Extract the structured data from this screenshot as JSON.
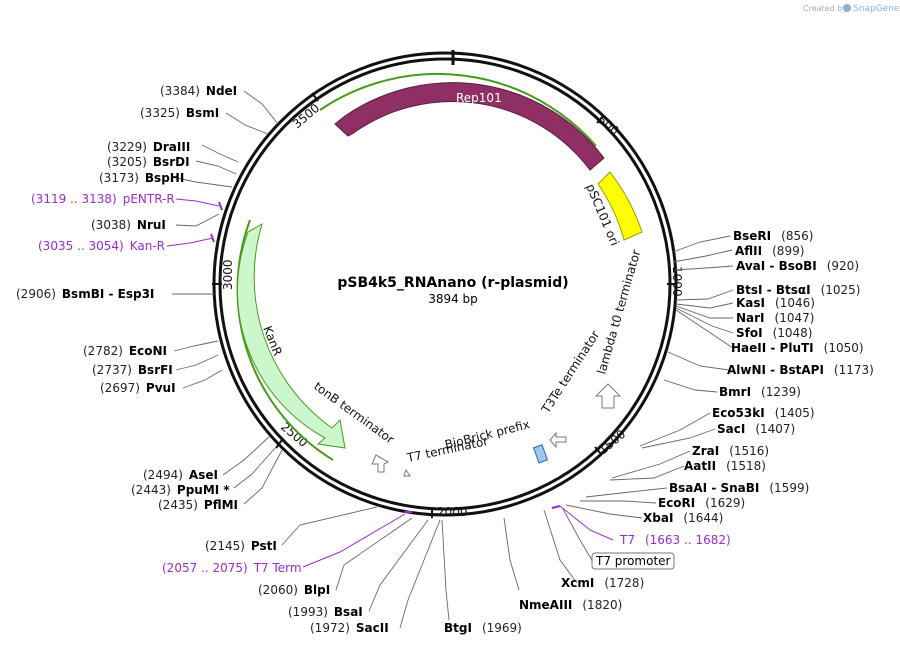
{
  "watermark": {
    "created_by": "Created by",
    "brand": "SnapGene"
  },
  "map": {
    "name": "pSB4k5_RNAnano (r-plasmid)",
    "size": "3894 bp"
  },
  "ticks": [
    {
      "label": "500"
    },
    {
      "label": "1000"
    },
    {
      "label": "1500"
    },
    {
      "label": "2000"
    },
    {
      "label": "2500"
    },
    {
      "label": "3000"
    },
    {
      "label": "3500"
    }
  ],
  "features": {
    "rep101": "Rep101",
    "psc101": "pSC101 ori",
    "kanr": "KanR",
    "tonb": "tonB terminator",
    "t7term": "T7 terminator",
    "biobrick": "BioBrick prefix",
    "t3te": "T3Te terminator",
    "lambda": "lambda t0 terminator",
    "t7promoter": "T7 promoter"
  },
  "sites_left": [
    {
      "pos": "(3384)",
      "name": "NdeI"
    },
    {
      "pos": "(3325)",
      "name": "BsmI"
    },
    {
      "pos": "(3229)",
      "name": "DraIII"
    },
    {
      "pos": "(3205)",
      "name": "BsrDI"
    },
    {
      "pos": "(3173)",
      "name": "BspHI"
    },
    {
      "pos": "(3119 .. 3138)",
      "name": "pENTR-R"
    },
    {
      "pos": "(3038)",
      "name": "NruI"
    },
    {
      "pos": "(3035 .. 3054)",
      "name": "Kan-R"
    },
    {
      "pos": "(2906)",
      "name": "BsmBI - Esp3I"
    },
    {
      "pos": "(2782)",
      "name": "EcoNI"
    },
    {
      "pos": "(2737)",
      "name": "BsrFI"
    },
    {
      "pos": "(2697)",
      "name": "PvuI"
    },
    {
      "pos": "(2494)",
      "name": "AseI"
    },
    {
      "pos": "(2443)",
      "name": "PpuMI *"
    },
    {
      "pos": "(2435)",
      "name": "PflMI"
    },
    {
      "pos": "(2145)",
      "name": "PstI"
    },
    {
      "pos": "(2057 .. 2075)",
      "name": "T7 Term"
    },
    {
      "pos": "(2060)",
      "name": "BlpI"
    },
    {
      "pos": "(1993)",
      "name": "BsaI"
    },
    {
      "pos": "(1972)",
      "name": "SacII"
    }
  ],
  "sites_right": [
    {
      "name": "BseRI",
      "pos": "(856)"
    },
    {
      "name": "AflII",
      "pos": "(899)"
    },
    {
      "name": "AvaI - BsoBI",
      "pos": "(920)"
    },
    {
      "name": "BtsI - BtsαI",
      "pos": "(1025)"
    },
    {
      "name": "KasI",
      "pos": "(1046)"
    },
    {
      "name": "NarI",
      "pos": "(1047)"
    },
    {
      "name": "SfoI",
      "pos": "(1048)"
    },
    {
      "name": "HaeII - PluTI",
      "pos": "(1050)"
    },
    {
      "name": "AlwNI - BstAPI",
      "pos": "(1173)"
    },
    {
      "name": "BmrI",
      "pos": "(1239)"
    },
    {
      "name": "Eco53kI",
      "pos": "(1405)"
    },
    {
      "name": "SacI",
      "pos": "(1407)"
    },
    {
      "name": "ZraI",
      "pos": "(1516)"
    },
    {
      "name": "AatII",
      "pos": "(1518)"
    },
    {
      "name": "BsaAI - SnaBI",
      "pos": "(1599)"
    },
    {
      "name": "EcoRI",
      "pos": "(1629)"
    },
    {
      "name": "XbaI",
      "pos": "(1644)"
    },
    {
      "name": "T7",
      "pos": "(1663 .. 1682)"
    },
    {
      "name": "XcmI",
      "pos": "(1728)"
    },
    {
      "name": "NmeAIII",
      "pos": "(1820)"
    },
    {
      "name": "BtgI",
      "pos": "(1969)"
    }
  ],
  "colors": {
    "rep101": "#8f2f63",
    "psc101": "#ffff00",
    "kanr": "#ccf7cc",
    "primer_bind": "#9a2bd0",
    "feature_outline": "#4a9a1a",
    "biobrick_box": "#9cc8f0"
  }
}
